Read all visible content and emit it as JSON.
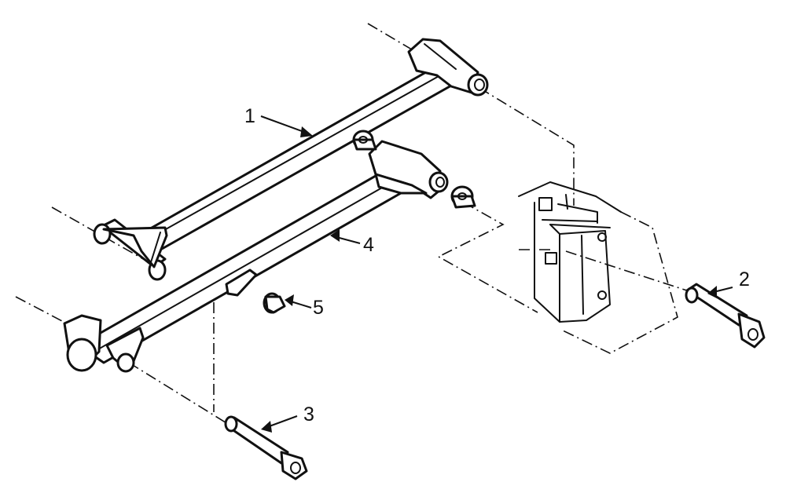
{
  "callouts": {
    "part_1": "1",
    "part_2": "2",
    "part_3": "3",
    "part_4": "4",
    "part_5": "5"
  },
  "colors": {
    "line": "#111111",
    "background": "#ffffff"
  }
}
